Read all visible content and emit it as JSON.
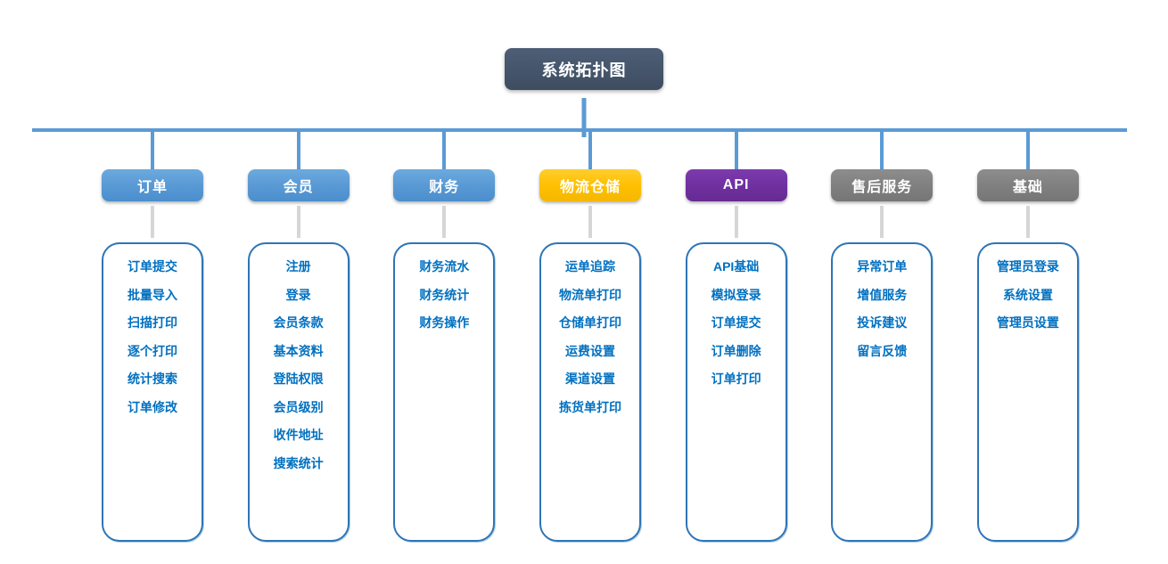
{
  "title": "系统拓扑图",
  "colors": {
    "root_background": "#44546A",
    "connector_blue": "#5B9BD5",
    "connector_gray": "#D6D6D6",
    "panel_border": "#2E75B6",
    "item_text": "#0070C0",
    "branch_blue": "#5B9BD5",
    "branch_yellow": "#FFC000",
    "branch_purple": "#7030A0",
    "branch_gray": "#808080"
  },
  "branches": [
    {
      "label": "订单",
      "color": "blue",
      "items": [
        "订单提交",
        "批量导入",
        "扫描打印",
        "逐个打印",
        "统计搜索",
        "订单修改"
      ]
    },
    {
      "label": "会员",
      "color": "blue",
      "items": [
        "注册",
        "登录",
        "会员条款",
        "基本资料",
        "登陆权限",
        "会员级别",
        "收件地址",
        "搜索统计"
      ]
    },
    {
      "label": "财务",
      "color": "blue",
      "items": [
        "财务流水",
        "财务统计",
        "财务操作"
      ]
    },
    {
      "label": "物流仓储",
      "color": "yellow",
      "items": [
        "运单追踪",
        "物流单打印",
        "仓储单打印",
        "运费设置",
        "渠道设置",
        "拣货单打印"
      ]
    },
    {
      "label": "API",
      "color": "purple",
      "items": [
        "API基础",
        "模拟登录",
        "订单提交",
        "订单删除",
        "订单打印"
      ]
    },
    {
      "label": "售后服务",
      "color": "gray",
      "items": [
        "异常订单",
        "增值服务",
        "投诉建议",
        "留言反馈"
      ]
    },
    {
      "label": "基础",
      "color": "gray",
      "items": [
        "管理员登录",
        "系统设置",
        "管理员设置"
      ]
    }
  ]
}
